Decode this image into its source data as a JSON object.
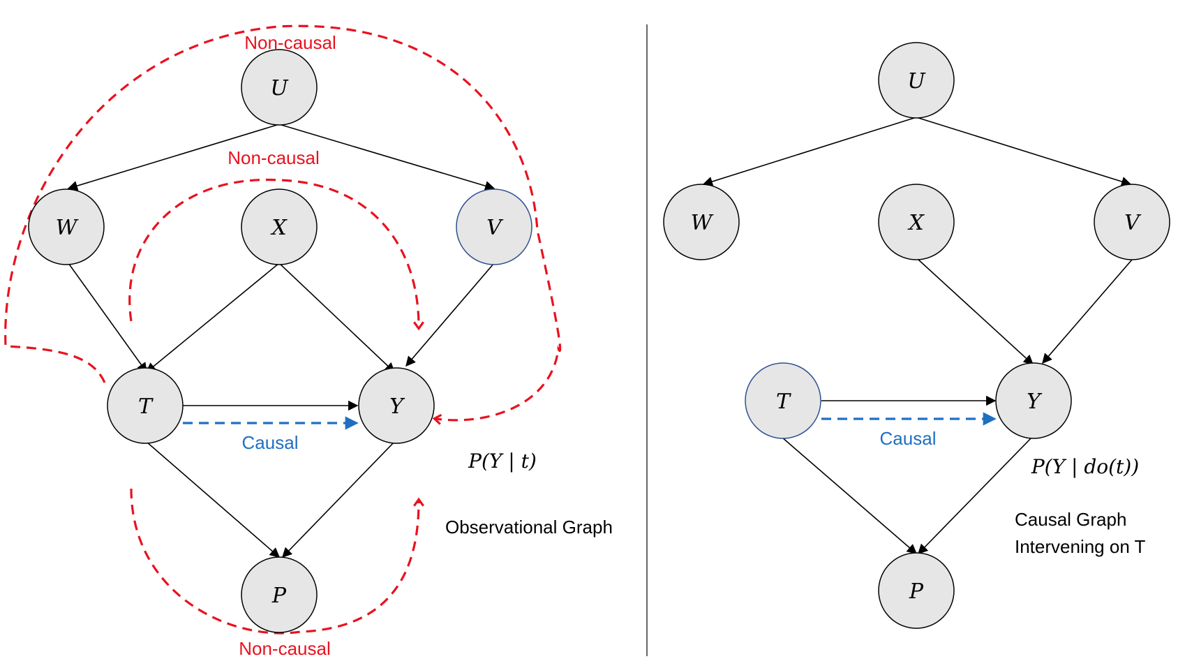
{
  "observational": {
    "nodes": {
      "U": "U",
      "W": "W",
      "X": "X",
      "V": "V",
      "T": "T",
      "Y": "Y",
      "P": "P"
    },
    "noncausal_top": "Non-causal",
    "noncausal_middle": "Non-causal",
    "noncausal_bottom": "Non-causal",
    "causal": "Causal",
    "formula": "P(Y | t)",
    "caption": "Observational Graph"
  },
  "interventional": {
    "nodes": {
      "U": "U",
      "W": "W",
      "X": "X",
      "V": "V",
      "T": "T",
      "Y": "Y",
      "P": "P"
    },
    "causal": "Causal",
    "formula": "P(Y | do(t))",
    "caption_line1": "Causal Graph",
    "caption_line2": "Intervening on T"
  },
  "colors": {
    "noncausal": "#e8121f",
    "causal": "#1f6fc0",
    "node_fill": "#e6e6e6"
  }
}
